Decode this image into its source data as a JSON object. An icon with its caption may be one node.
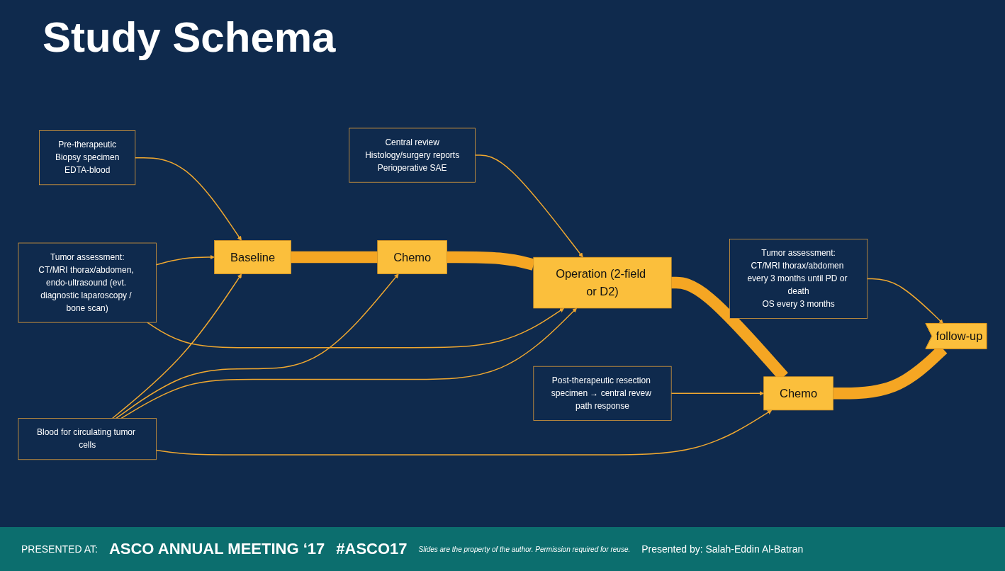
{
  "diagram": {
    "title": "Study Schema",
    "nodes": [
      {
        "text": [
          "Tumor assessment:",
          "CT/MRI thorax/abdomen, endo-ultrasound (evt. diagnostic laparoscopy / bone scan)"
        ]
      },
      {
        "text": [
          "Central review",
          "Histology/surgery reports",
          "Perioperative SAE"
        ]
      },
      {
        "text": [
          "Tumor assessment:",
          "CT/MRI thorax/abdomen every 3 months until PD or death",
          "OS every 3 months"
        ]
      },
      {
        "text": [
          "Baseline"
        ]
      },
      {
        "text": [
          "Chemo"
        ]
      },
      {
        "text": [
          "Operation (2-field or D2)"
        ]
      },
      {
        "text": [
          "Chemo"
        ]
      },
      {
        "text": [
          "follow-up"
        ]
      },
      {
        "text": [
          "Pre-therapeutic",
          "Biopsy specimen",
          "EDTA-blood"
        ]
      },
      {
        "text": [
          "Blood for circulating tumor cells"
        ]
      },
      {
        "text": [
          "Post-therapeutic resection specimen → central revew path response"
        ]
      }
    ],
    "edges": [
      {
        "from": 3,
        "to": 4,
        "arrow": "none",
        "style": "thick"
      },
      {
        "from": 4,
        "to": 5,
        "arrow": "none",
        "style": "thick"
      },
      {
        "from": 5,
        "to": 6,
        "arrow": "none",
        "style": "thick"
      },
      {
        "from": 6,
        "to": 7,
        "arrow": "none",
        "style": "thick"
      },
      {
        "from": 0,
        "to": 3,
        "arrow": "to"
      },
      {
        "from": 0,
        "to": 5,
        "arrow": "to"
      },
      {
        "from": 1,
        "to": 5,
        "arrow": "to"
      },
      {
        "from": 2,
        "to": 7,
        "arrow": "to"
      },
      {
        "from": 8,
        "to": 3,
        "arrow": "to"
      },
      {
        "from": 9,
        "to": 3,
        "arrow": "to"
      },
      {
        "from": 9,
        "to": 4,
        "arrow": "to"
      },
      {
        "from": 9,
        "to": 5,
        "arrow": "to"
      },
      {
        "from": 9,
        "to": 6,
        "arrow": "to"
      },
      {
        "from": 10,
        "to": 6,
        "arrow": "to"
      }
    ],
    "labels": [
      "PRESENTED AT:",
      "ASCO ANNUAL MEETING ‘17",
      "#ASCO17",
      "Slides are the property of the author. Permission required for reuse.",
      "Presented by: Salah-Eddin Al-Batran"
    ]
  }
}
